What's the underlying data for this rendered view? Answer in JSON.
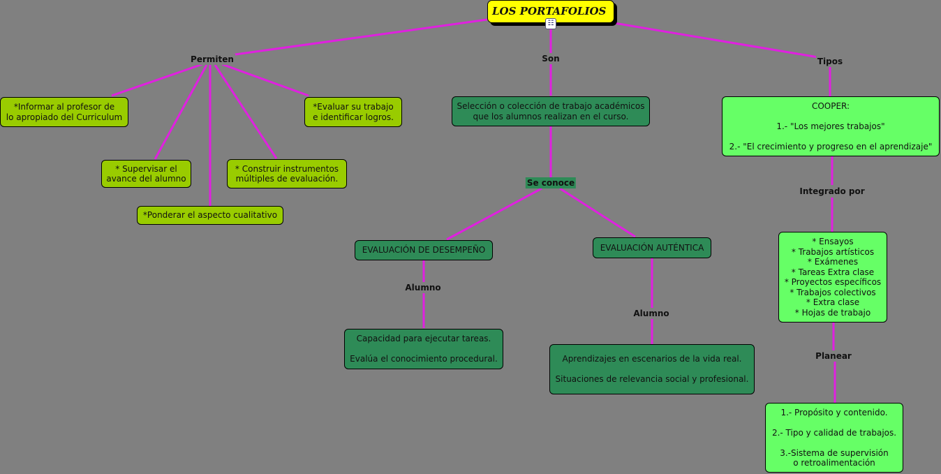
{
  "title": "LOS PORTAFOLIOS",
  "links": {
    "permiten": "Permiten",
    "son": "Son",
    "tipos": "Tipos",
    "se_conoce": "Se conoce",
    "alumno_1": "Alumno",
    "alumno_2": "Alumno",
    "integrado_por": "Integrado por",
    "planear": "Planear"
  },
  "concepts": {
    "informar": "*Informar al profesor de\nlo apropiado del Curriculum",
    "evaluar": "*Evaluar su trabajo\ne identificar logros.",
    "supervisar": "* Supervisar el\navance del alumno",
    "construir": "* Construir instrumentos\nmúltiples de evaluación.",
    "ponderar": "*Ponderar el aspecto cualitativo",
    "seleccion": "Selección o colección de trabajo académicos\nque los alumnos realizan en el curso.",
    "desempeno": "EVALUACIÓN DE DESEMPEÑO",
    "autentica": "EVALUACIÓN AUTÉNTICA",
    "capacidad": "Capacidad para ejecutar tareas.\n\nEvalúa el conocimiento procedural.",
    "aprendizajes": "Aprendizajes en escenarios de la vida real.\n\nSituaciones de relevancia social y profesional.",
    "cooper": "COOPER:\n\n1.- \"Los mejores trabajos\"\n\n2.- \"El crecimiento y progreso en el aprendizaje\"",
    "integrado": "* Ensayos\n* Trabajos artísticos\n*  Exámenes\n* Tareas Extra clase\n* Proyectos específicos\n* Trabajos colectivos\n* Extra clase\n* Hojas de trabajo",
    "planear": "1.- Propósito y contenido.\n\n2.- Tipo y calidad de trabajos.\n\n3.-Sistema de supervisión\no retroalimentación"
  },
  "colors": {
    "line": "#e020e0",
    "lime": "#99cc00",
    "dark_green": "#2e8b57",
    "light_green": "#66ff66",
    "title": "#ffff00"
  }
}
